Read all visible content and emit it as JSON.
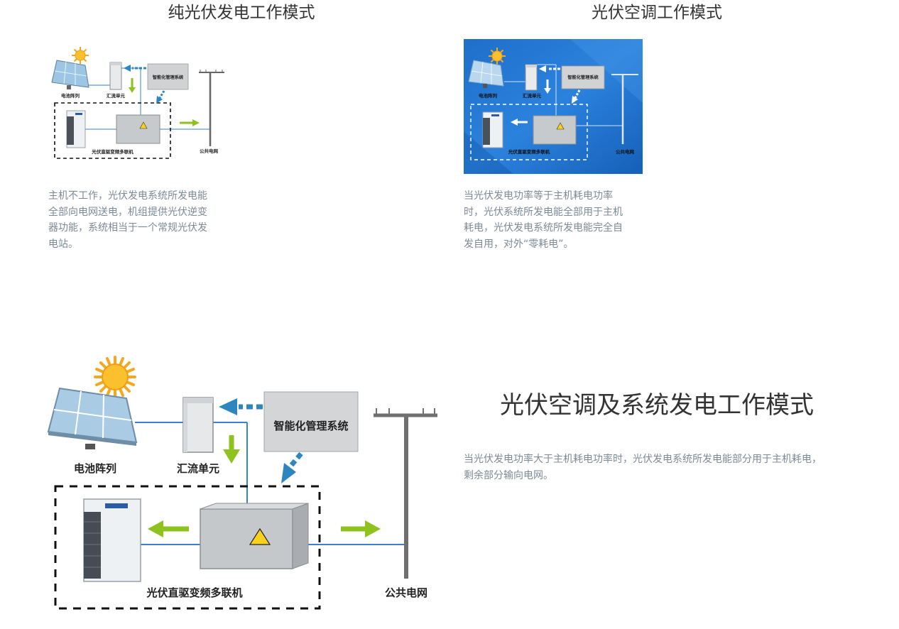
{
  "modes": [
    {
      "title": "纯光伏发电工作模式",
      "description": "主机不工作，光伏发电系统所发电能全部向电网送电，机组提供光伏逆变器功能，系统相当于一个常规光伏发电站。",
      "description_lines": [
        "主机不工作，光伏发电系统所发电能",
        "全部向电网送电，机组提供光伏逆变",
        "器功能，系统相当于一个常规光伏发",
        "电站。"
      ],
      "diagram": {
        "panel": "电池阵列",
        "combiner": "汇流单元",
        "mgmt": "智能化管理系统",
        "unit": "光伏直驱变频多联机",
        "grid": "公共电网",
        "background": "#ffffff",
        "arrow_green": "#8dc21f",
        "arrow_blue": "#2e86c1"
      }
    },
    {
      "title": "光伏空调工作模式",
      "description": "当光伏发电功率等于主机耗电功率时，光伏系统所发电能全部用于主机耗电，光伏发电系统所发电能完全自发自用，对外“零耗电”。",
      "description_lines": [
        "当光伏发电功率等于主机耗电功率",
        "时，光伏系统所发电能全部用于主机",
        "耗电，光伏发电系统所发电能完全自",
        "发自用，对外“零耗电”。"
      ],
      "diagram": {
        "panel": "电池阵列",
        "combiner": "汇流单元",
        "mgmt": "智能化管理系统",
        "unit": "光伏直驱变频多联机",
        "grid": "公共电网",
        "background": "#1e6fc9",
        "arrow_color": "#ffffff"
      }
    },
    {
      "title": "光伏空调及系统发电工作模式",
      "description": "当光伏发电功率大于主机耗电功率时，光伏发电系统所发电能部分用于主机耗电，剩余部分输向电网。",
      "description_lines": [
        "当光伏发电功率大于主机耗电功率时，光伏发电系统所发电能部分用于主机耗电，",
        "剩余部分输向电网。"
      ],
      "diagram": {
        "panel": "电池阵列",
        "combiner": "汇流单元",
        "mgmt": "智能化管理系统",
        "unit": "光伏直驱变频多联机",
        "grid": "公共电网",
        "background": "#ffffff",
        "arrow_green": "#8dc21f",
        "arrow_blue": "#2e86c1"
      }
    }
  ]
}
